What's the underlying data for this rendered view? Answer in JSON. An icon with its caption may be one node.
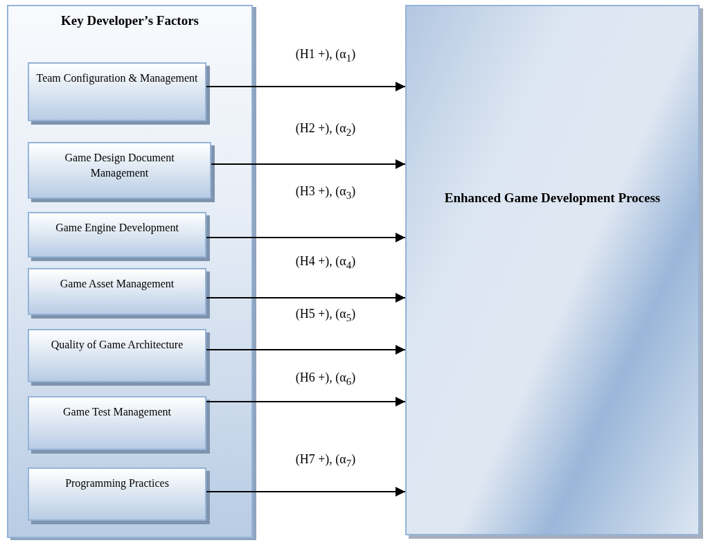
{
  "diagram": {
    "nodes": [
      {
        "text": [
          "Key Developer’s Factors"
        ]
      },
      {
        "text": [
          "Team Configuration & Management"
        ],
        "in": 0
      },
      {
        "text": [
          "Game Design Document Management"
        ],
        "in": 0
      },
      {
        "text": [
          "Game Engine Development"
        ],
        "in": 0
      },
      {
        "text": [
          "Game Asset Management"
        ],
        "in": 0
      },
      {
        "text": [
          "Quality of Game Architecture"
        ],
        "in": 0
      },
      {
        "text": [
          "Game Test Management"
        ],
        "in": 0
      },
      {
        "text": [
          "Programming Practices"
        ],
        "in": 0
      },
      {
        "text": [
          "Enhanced Game Development Process"
        ]
      }
    ],
    "edges": [
      {
        "from": 1,
        "to": 8,
        "arrow": "to",
        "label": "(H1 +), (α$_{1}$)"
      },
      {
        "from": 2,
        "to": 8,
        "arrow": "to",
        "label": "(H2 +), (α$_{2}$)"
      },
      {
        "from": 3,
        "to": 8,
        "arrow": "to",
        "label": "(H3 +), (α$_{3}$)"
      },
      {
        "from": 4,
        "to": 8,
        "arrow": "to",
        "label": "(H4 +), (α$_{4}$)"
      },
      {
        "from": 5,
        "to": 8,
        "arrow": "to",
        "label": "(H5 +), (α$_{5}$)"
      },
      {
        "from": 6,
        "to": 8,
        "arrow": "to",
        "label": "(H6 +), (α$_{6}$)"
      },
      {
        "from": 7,
        "to": 8,
        "arrow": "to",
        "label": "(H7 +), (α$_{7}$)"
      }
    ]
  }
}
